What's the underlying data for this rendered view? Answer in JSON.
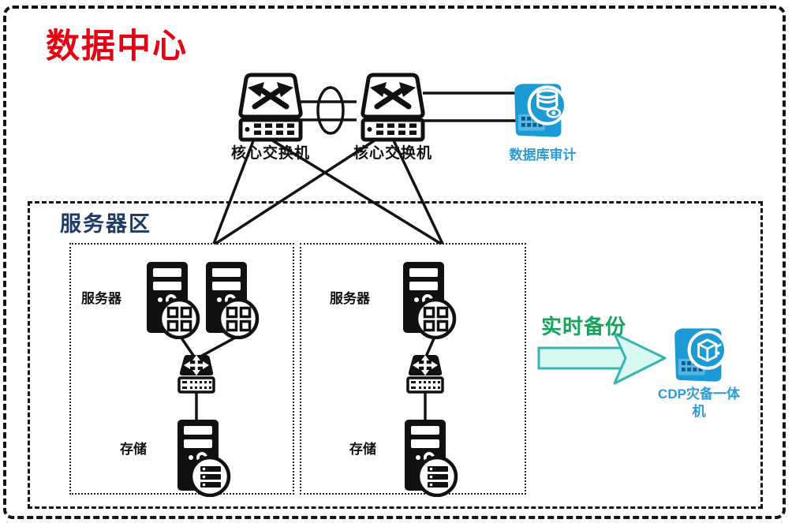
{
  "colors": {
    "line": "#141414",
    "title_red": "#e60012",
    "area_navy": "#1e3a66",
    "label_blue": "#2b9cd8",
    "backup_green": "#14a45a",
    "arrow_fill": "#d7f8f3",
    "arrow_stroke": "#38b5ac",
    "device_blue": "#1c9ad6",
    "device_panel": "#54b6e2",
    "device_dark": "#0c5a8c"
  },
  "title": {
    "text": "数据中心"
  },
  "core_switches": {
    "switch1": "核心交换机",
    "switch2": "核心交换机"
  },
  "db_audit": {
    "label": "数据库审计"
  },
  "server_area": {
    "label": "服务器区",
    "left_group": {
      "server_label": "服务器",
      "storage_label": "存储"
    },
    "right_group": {
      "server_label": "服务器",
      "storage_label": "存储"
    }
  },
  "backup": {
    "arrow_label": "实时备份",
    "cdp_label_line1": "CDP灾备一体",
    "cdp_label_line2": "机"
  }
}
